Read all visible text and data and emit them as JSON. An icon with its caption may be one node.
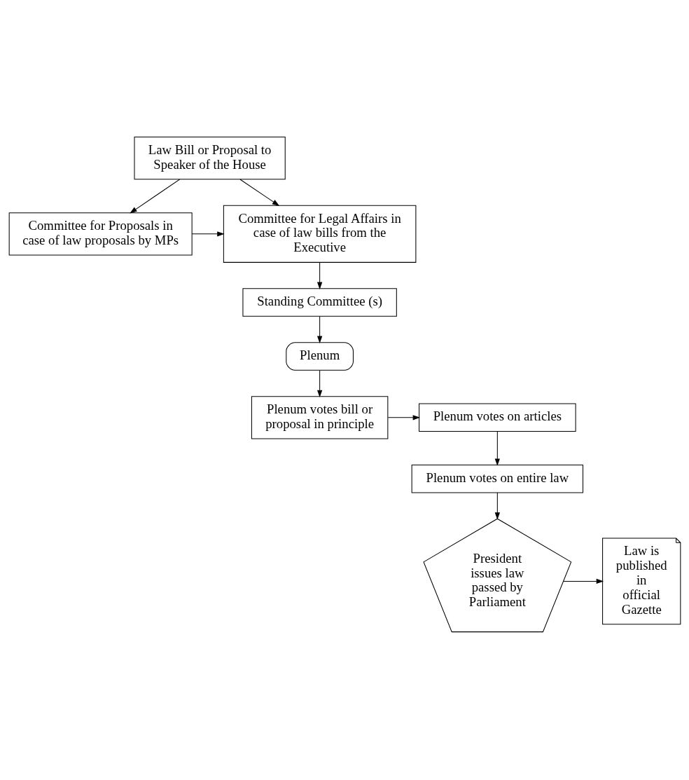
{
  "diagram": {
    "nodes": [
      {
        "text": [
          "Law Bill or Proposal to Speaker of the House"
        ]
      },
      {
        "text": [
          "Committee for Legal Affairs in case of law bills from the Executive"
        ]
      },
      {
        "text": [
          "Committee for Proposals in case of law proposals by MPs"
        ]
      },
      {
        "text": [
          "Standing Committee (s)"
        ]
      },
      {
        "text": [
          "Plenum"
        ]
      },
      {
        "text": [
          "Plenum votes bill or proposal in principle"
        ]
      },
      {
        "text": [
          "Plenum votes on articles"
        ]
      },
      {
        "text": [
          "Plenum votes on entire law"
        ]
      },
      {
        "text": [
          "President issues law passed by Parliament"
        ]
      },
      {
        "text": [
          "Law is published in official Gazette"
        ]
      }
    ],
    "edges": [
      {
        "from": 0,
        "to": 1,
        "arrow": "to"
      },
      {
        "from": 0,
        "to": 2,
        "arrow": "to"
      },
      {
        "from": 2,
        "to": 1,
        "arrow": "to"
      },
      {
        "from": 1,
        "to": 3,
        "arrow": "to"
      },
      {
        "from": 3,
        "to": 4,
        "arrow": "to"
      },
      {
        "from": 4,
        "to": 5,
        "arrow": "to"
      },
      {
        "from": 5,
        "to": 6,
        "arrow": "to"
      },
      {
        "from": 6,
        "to": 7,
        "arrow": "to"
      },
      {
        "from": 7,
        "to": 8,
        "arrow": "to"
      },
      {
        "from": 8,
        "to": 9,
        "arrow": "to"
      }
    ]
  }
}
